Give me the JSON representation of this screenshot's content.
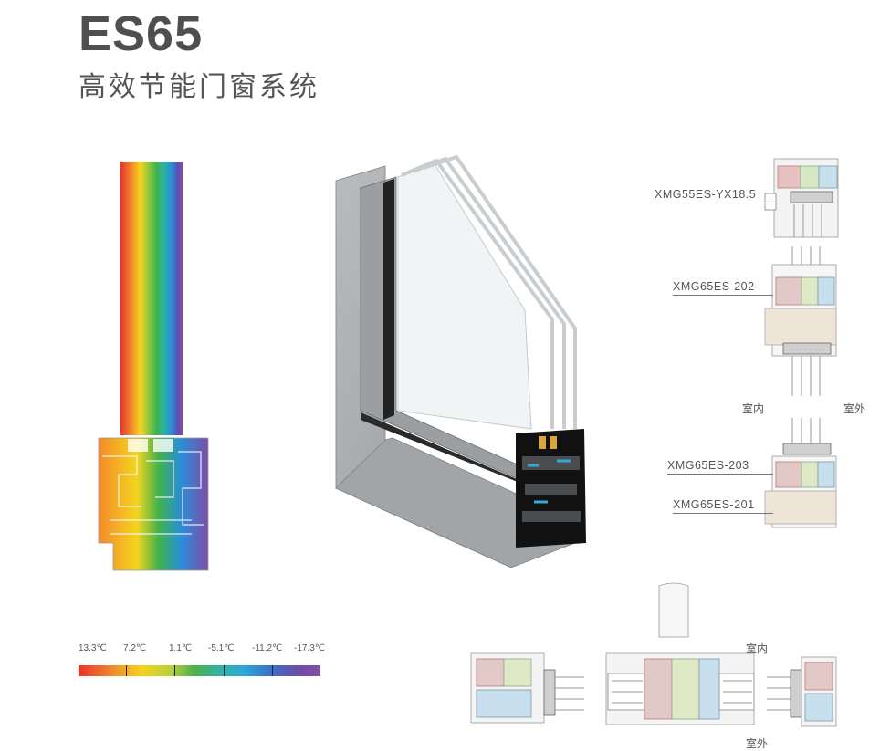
{
  "header": {
    "title": "ES65",
    "subtitle": "高效节能门窗系统"
  },
  "legend": {
    "ticks": [
      "13.3℃",
      "7.2℃",
      "1.1℃",
      "-5.1℃",
      "-11.2℃",
      "-17.3℃"
    ]
  },
  "profiles": {
    "labels": [
      "XMG55ES-YX18.5",
      "XMG65ES-202",
      "XMG65ES-203",
      "XMG65ES-201"
    ],
    "indoor": "室内",
    "outdoor": "室外"
  },
  "bottom": {
    "indoor": "室内",
    "outdoor": "室外"
  },
  "colors": {
    "title": "#4f4f4f",
    "aluminium": "#a7aaad",
    "glass": "#e9eeee"
  }
}
